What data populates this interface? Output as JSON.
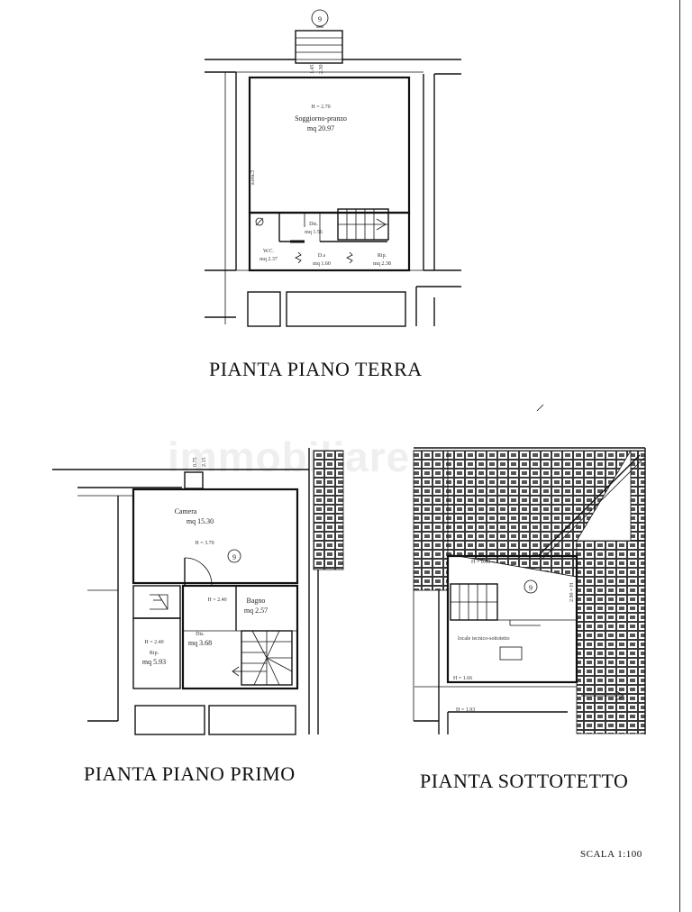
{
  "watermark": "immobiliare",
  "ground": {
    "title": "PIANTA PIANO TERRA",
    "unit_number": "9",
    "rooms": [
      {
        "name": "Soggiorno-pranzo",
        "height": "H = 2.70",
        "area": "mq 20.97"
      },
      {
        "name": "Dis.",
        "area": "mq 1.56"
      },
      {
        "name": "W.C.",
        "area": "mq 2.37"
      },
      {
        "name": "D.s",
        "area": "mq 1.60"
      },
      {
        "name": "Rip.",
        "area": "mq 2.38"
      }
    ],
    "dims": [
      "1.45",
      "2.30"
    ],
    "side_label": "a.era.3"
  },
  "first": {
    "title": "PIANTA PIANO PRIMO",
    "unit_number": "9",
    "rooms": [
      {
        "name": "Camera",
        "area": "mq 15.30",
        "height": "H = 3.70"
      },
      {
        "name": "Bagno",
        "area": "mq 2.57",
        "height": "H = 2.40"
      },
      {
        "name": "Dis.",
        "area": "mq 3.68"
      },
      {
        "name": "Rip.",
        "area": "mq 5.93",
        "height": "H = 2.40"
      }
    ],
    "dims": [
      "0.75",
      "2.15"
    ]
  },
  "attic": {
    "title": "PIANTA SOTTOTETTO",
    "unit_number": "9",
    "labels": {
      "top_height": "H = 0.60",
      "room": "locale tecnico-sottotetto",
      "mid_height": "H = 1.66",
      "bottom_height": "H = 1.93",
      "side_dim": "2.90 = H"
    }
  },
  "scale": "SCALA 1:100"
}
